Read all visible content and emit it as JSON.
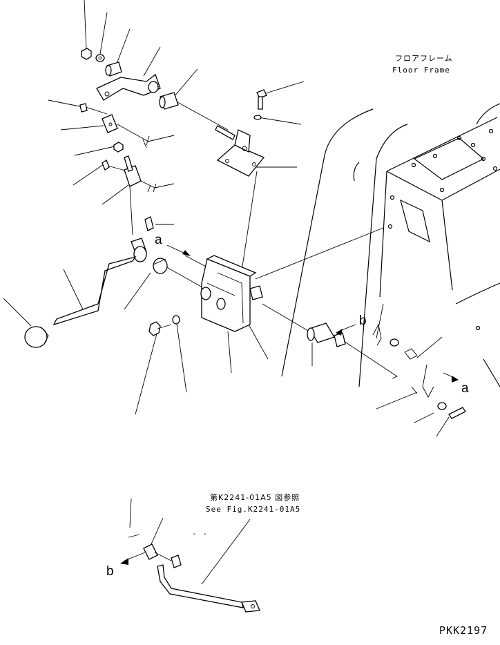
{
  "floor_frame": {
    "label_jp": "フロアフレーム",
    "label_en": "Floor Frame"
  },
  "see_figure": {
    "label_jp": "第K2241-01A5 図参照",
    "label_en": "See Fig.K2241-01A5"
  },
  "view_refs": {
    "a_top": "a",
    "b_right": "b",
    "a_right": "a",
    "b_bottom": "b"
  },
  "dash_mark": "- -",
  "drawing_code": "PKK2197"
}
